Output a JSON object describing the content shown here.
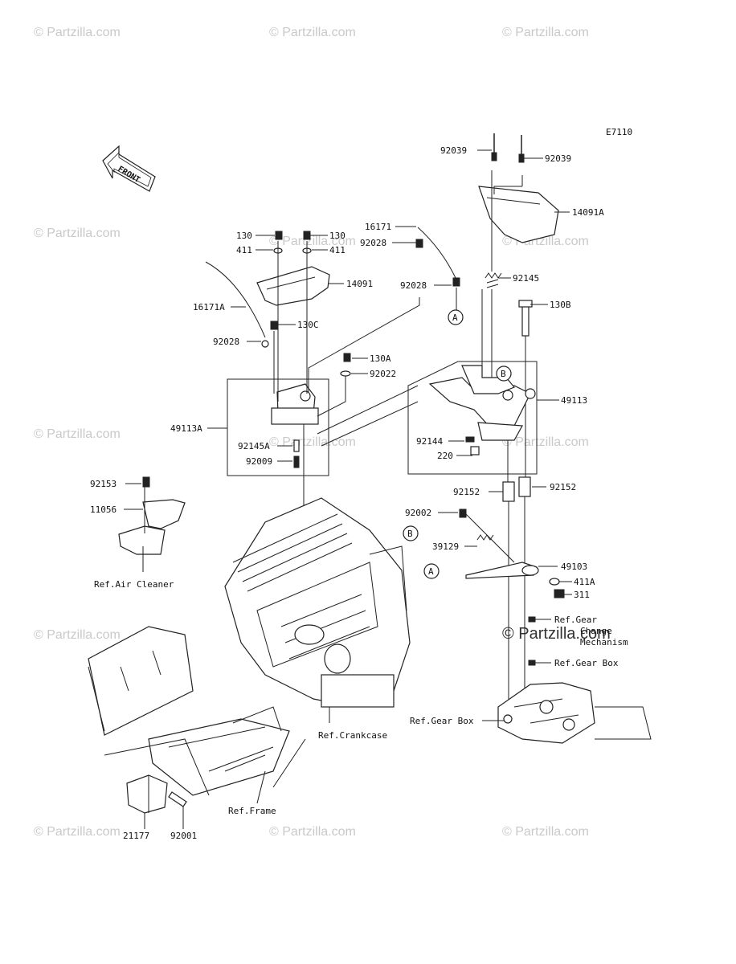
{
  "diagram_code": "E7110",
  "front_label": "FRONT",
  "watermark": "© Partzilla.com",
  "watermark_center": "© Partzilla.com",
  "callouts": {
    "a": "A",
    "b": "B"
  },
  "parts": {
    "p92039_left": "92039",
    "p92039_right": "92039",
    "p14091A": "14091A",
    "p16171": "16171",
    "p92028_top": "92028",
    "p130_l": "130",
    "p130_r": "130",
    "p411_l": "411",
    "p411_r": "411",
    "p14091": "14091",
    "p92028_mid": "92028",
    "p92145": "92145",
    "p16171A": "16171A",
    "p130B": "130B",
    "p130C": "130C",
    "p92028_left": "92028",
    "p130A": "130A",
    "p92022": "92022",
    "p49113": "49113",
    "p49113A": "49113A",
    "p92145A": "92145A",
    "p92009": "92009",
    "p92144": "92144",
    "p220": "220",
    "p92153": "92153",
    "p92152_l": "92152",
    "p92152_r": "92152",
    "p11056": "11056",
    "p92002": "92002",
    "p39129": "39129",
    "p49103": "49103",
    "p411A": "411A",
    "p311": "311",
    "p21177": "21177",
    "p92001": "92001"
  },
  "refs": {
    "air_cleaner": "Ref.Air Cleaner",
    "gear_change_1": "Ref.Gear",
    "gear_change_2": "Change",
    "gear_change_3": "Mechanism",
    "gear_box_right": "Ref.Gear Box",
    "gear_box_bottom": "Ref.Gear Box",
    "crankcase": "Ref.Crankcase",
    "frame": "Ref.Frame"
  }
}
